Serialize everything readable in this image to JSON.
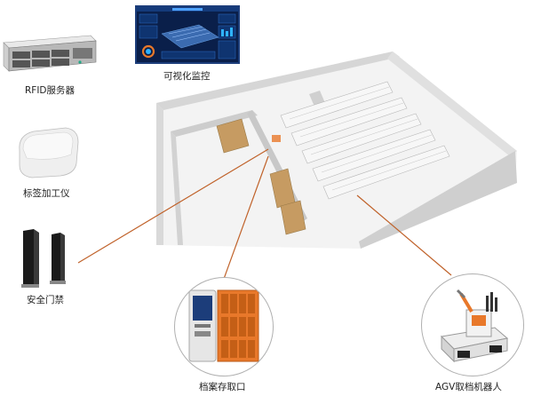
{
  "labels": {
    "rfid_server": "RFID服务器",
    "monitor": "可视化监控",
    "tag_processor": "标签加工仪",
    "security_gate": "安全门禁",
    "archive_port": "档案存取口",
    "agv_robot": "AGV取档机器人"
  },
  "colors": {
    "connector": "#c0622a",
    "accent_orange": "#e8782a",
    "dashboard_bg": "#0a1f4a",
    "wall": "#dcdcdc",
    "shelf": "#f4f4f4"
  }
}
